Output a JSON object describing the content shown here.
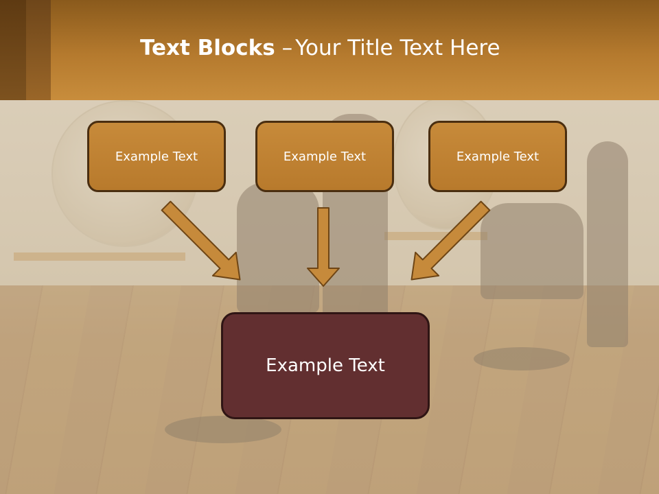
{
  "title": {
    "bold": "Text Blocks",
    "separator": "–",
    "rest": "Your Title Text Here"
  },
  "boxes": {
    "top_left": "Example Text",
    "top_center": "Example Text",
    "top_right": "Example Text",
    "bottom": "Example Text"
  },
  "colors": {
    "header": "#b57a2e",
    "box_fill": "#c0832f",
    "box_border": "#4a2e10",
    "bottom_box_fill": "#622f30",
    "arrow_fill": "#c68a3b",
    "arrow_stroke": "#6e4515"
  }
}
